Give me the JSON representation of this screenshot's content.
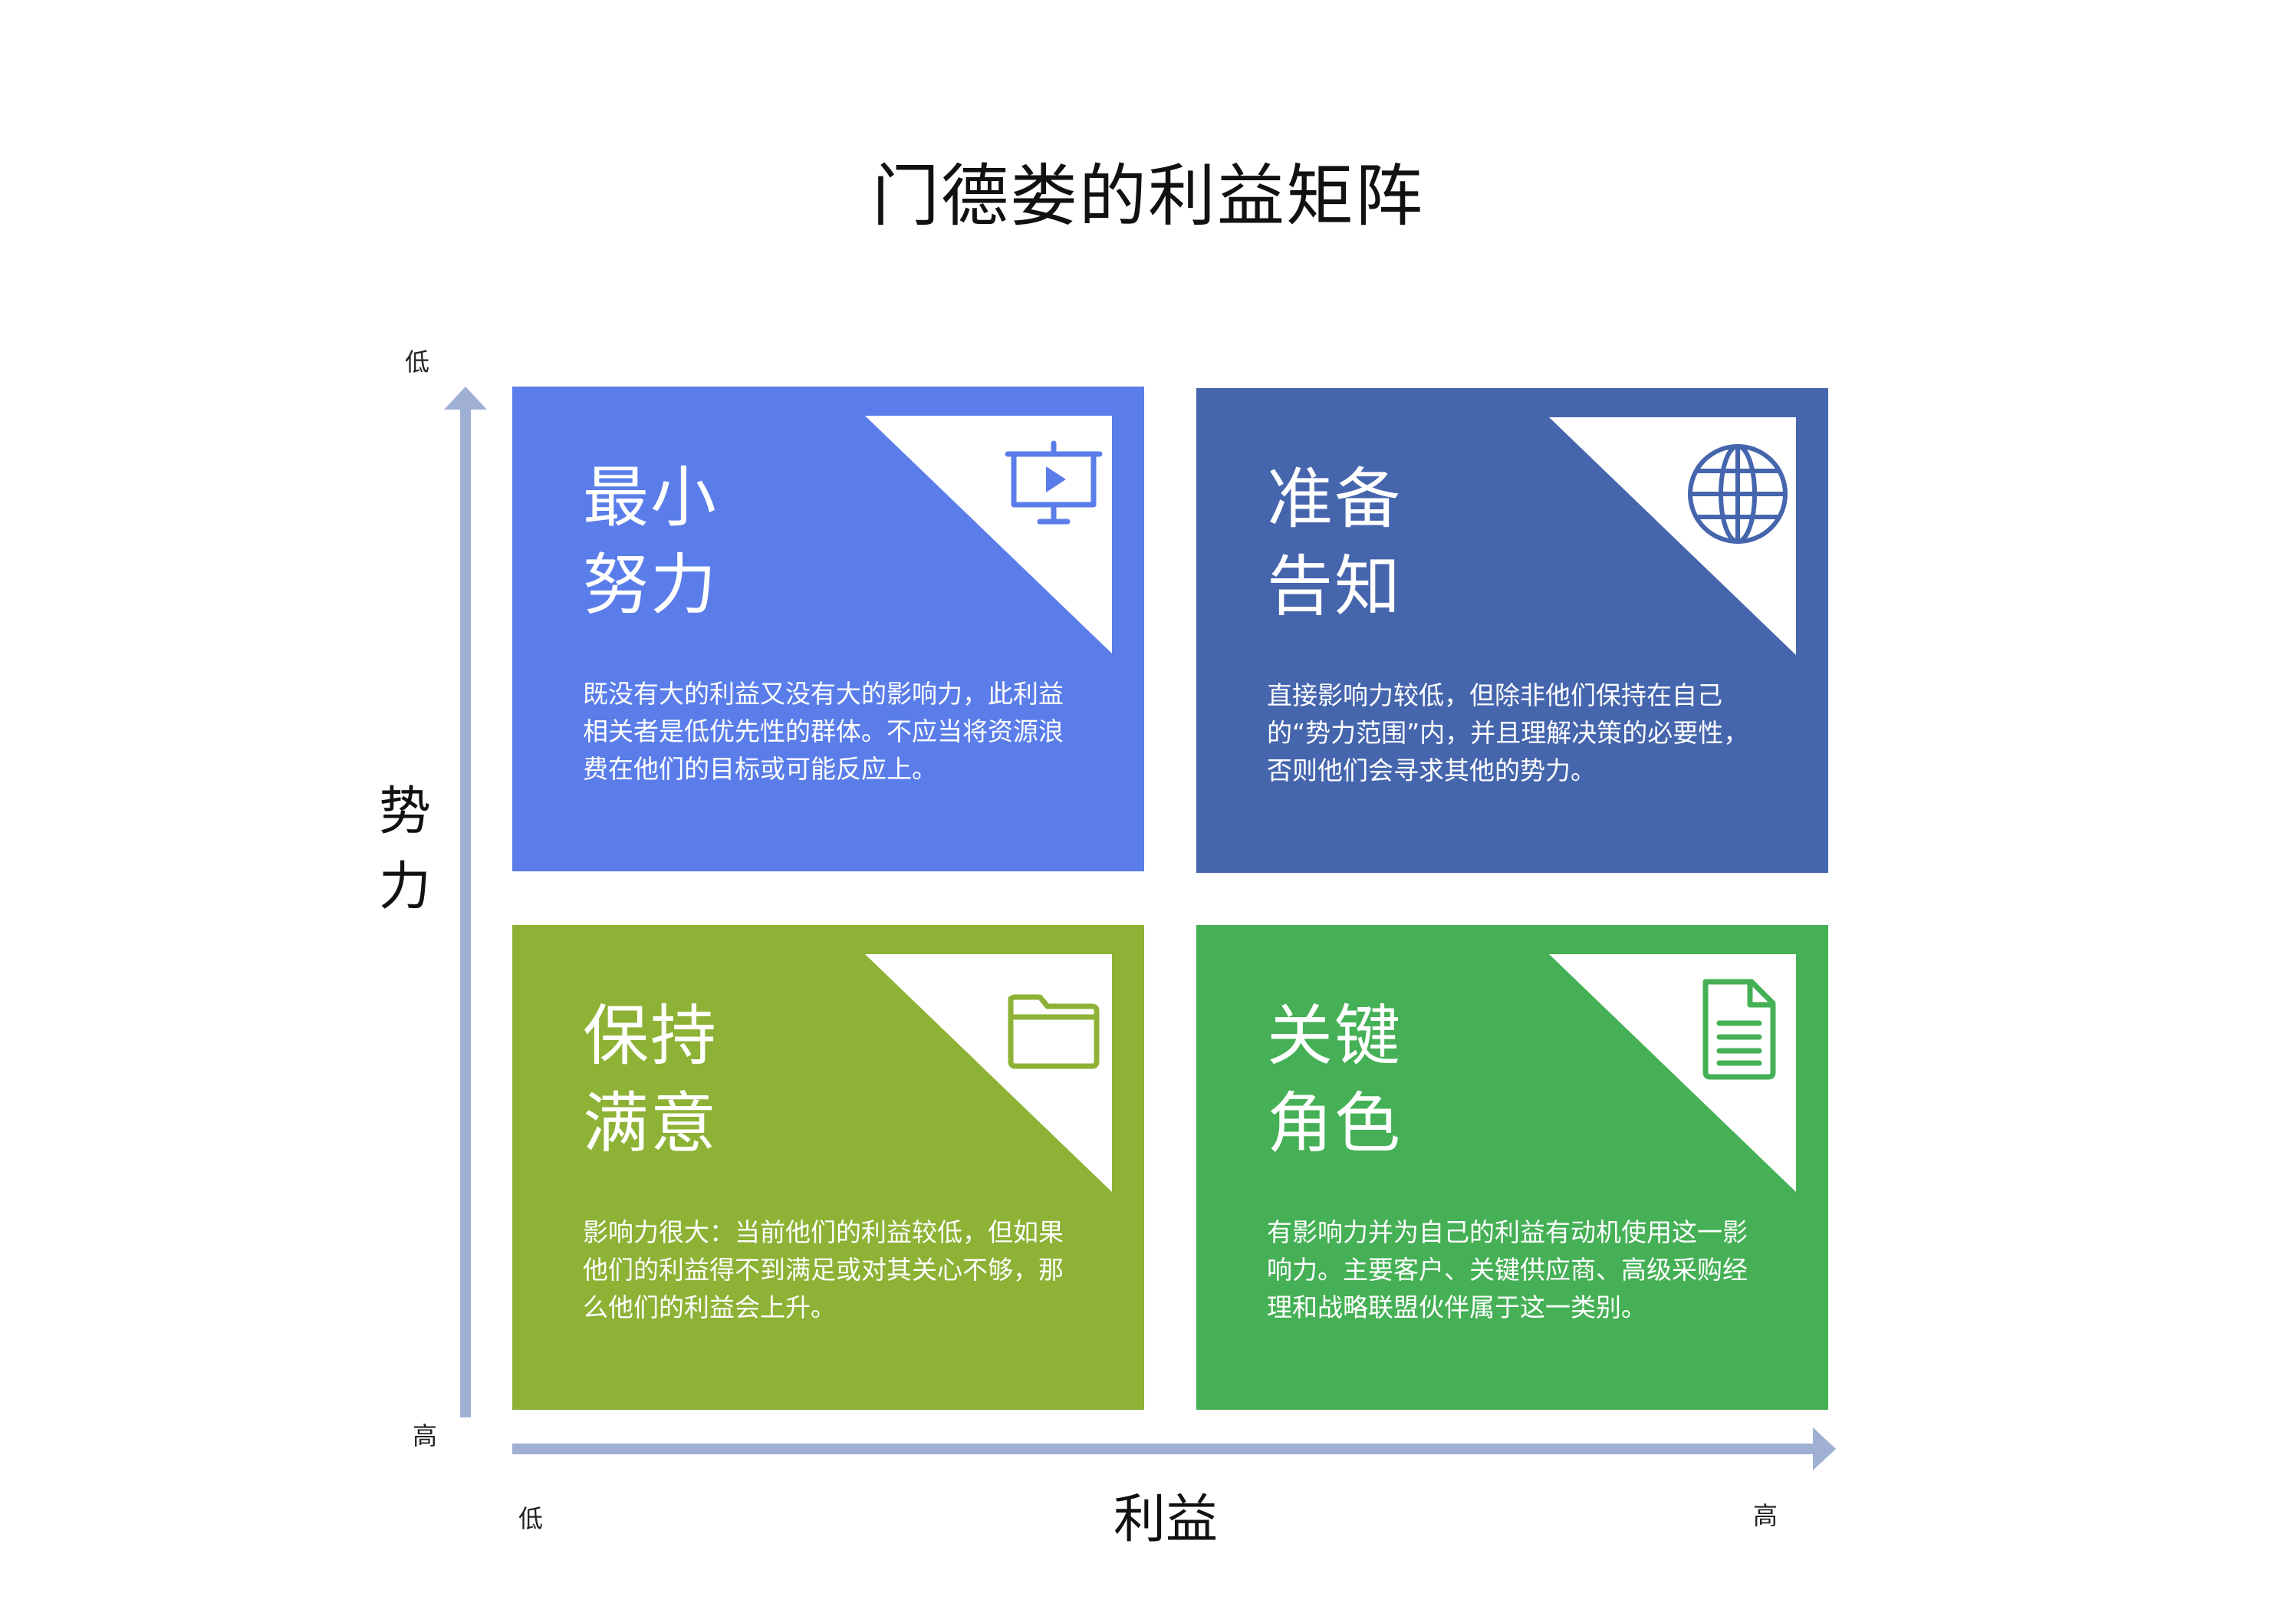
{
  "title": "门德娄的利益矩阵",
  "axes": {
    "y_title_chars": [
      "势",
      "力"
    ],
    "y_top_label": "低",
    "y_bottom_label": "高",
    "x_title": "利益",
    "x_left_label": "低",
    "x_right_label": "高",
    "color": "#9fb0d4"
  },
  "quadrants": [
    {
      "id": "top-left",
      "heading_lines": [
        "最小",
        "努力"
      ],
      "description": "既没有大的利益又没有大的影响力，此利益相关者是低优先性的群体。不应当将资源浪费在他们的目标或可能反应上。",
      "color": "#5a7de9",
      "icon": "presentation-board-icon"
    },
    {
      "id": "top-right",
      "heading_lines": [
        "准备",
        "告知"
      ],
      "description": "直接影响力较低，但除非他们保持在自己的“势力范围”内，并且理解决策的必要性，否则他们会寻求其他的势力。",
      "color": "#4565ad",
      "icon": "globe-icon"
    },
    {
      "id": "bottom-left",
      "heading_lines": [
        "保持",
        "满意"
      ],
      "description": "影响力很大：当前他们的利益较低，但如果他们的利益得不到满足或对其关心不够，那么他们的利益会上升。",
      "color": "#8db235",
      "icon": "folder-icon"
    },
    {
      "id": "bottom-right",
      "heading_lines": [
        "关键",
        "角色"
      ],
      "description": "有影响力并为自己的利益有动机使用这一影响力。主要客户、关键供应商、高级采购经理和战略联盟伙伴属于这一类别。",
      "color": "#45b055",
      "icon": "document-icon"
    }
  ]
}
